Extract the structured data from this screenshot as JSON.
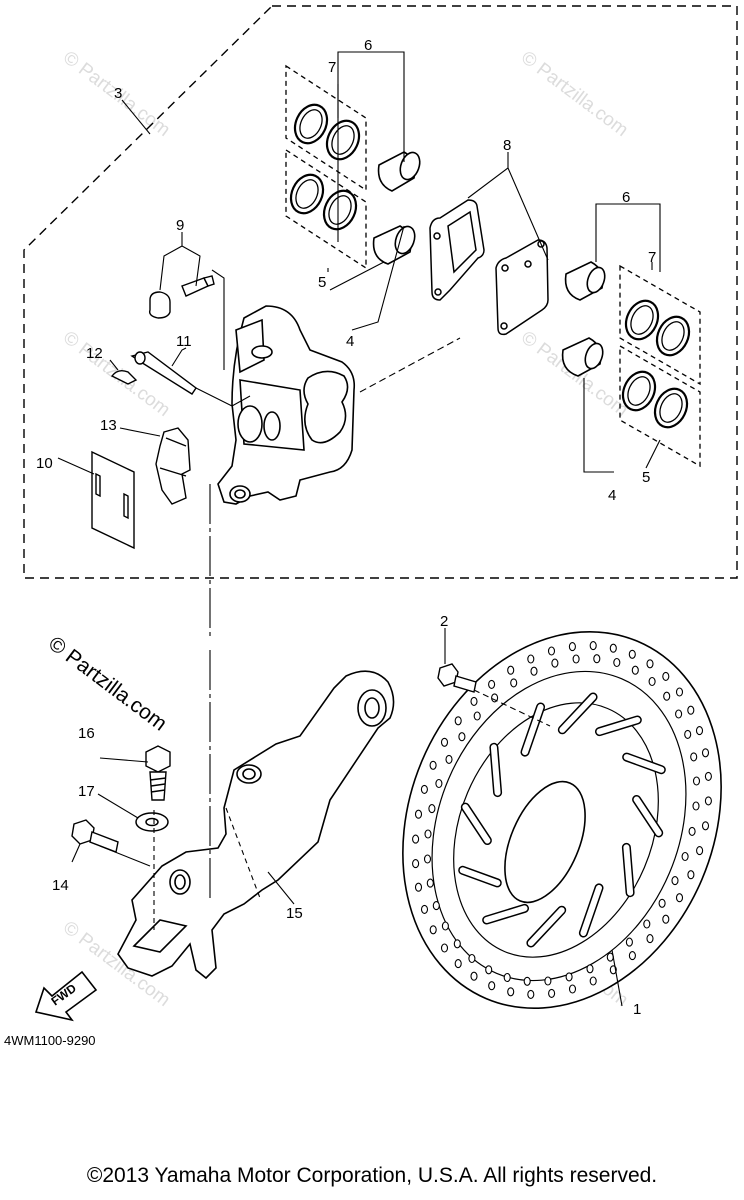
{
  "diagram": {
    "part_numbers": [
      "1",
      "2",
      "3",
      "4",
      "5",
      "6",
      "7",
      "8",
      "9",
      "10",
      "11",
      "12",
      "13",
      "14",
      "15",
      "16",
      "17"
    ],
    "extra_labels": {
      "l4b": "4",
      "l5b": "5",
      "l6b": "6",
      "l7b": "7"
    },
    "fwd_arrow_text": "FWD",
    "diagram_code": "4WM1100-9290",
    "copyright_stamp": "© Partzilla.com",
    "watermark_text": "© Partzilla.com",
    "footer_copyright": "©2013 Yamaha Motor Corporation, U.S.A. All rights reserved."
  }
}
